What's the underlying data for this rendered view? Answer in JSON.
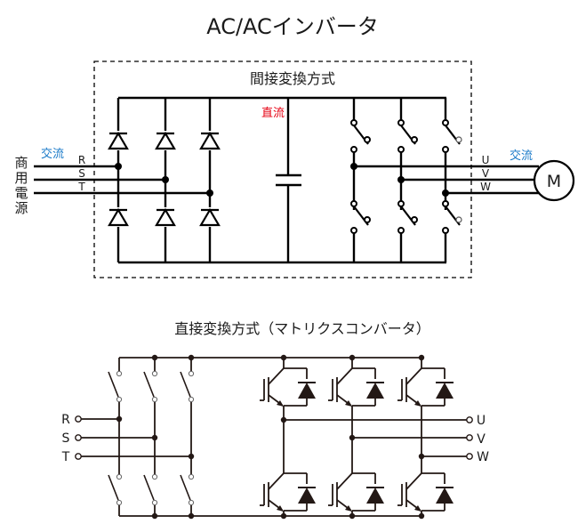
{
  "title": "AC/ACインバータ",
  "indirect": {
    "section_title": "間接変換方式",
    "dc_label": "直流",
    "ac_in_label": "交流",
    "ac_out_label": "交流",
    "source_label": [
      "商",
      "用",
      "電",
      "源"
    ],
    "input_phases": [
      "R",
      "S",
      "T"
    ],
    "output_phases": [
      "U",
      "V",
      "W"
    ],
    "motor_label": "M",
    "colors": {
      "ac": "#1a7ac8",
      "dc": "#e60012",
      "wire": "#000000"
    }
  },
  "direct": {
    "section_title": "直接変換方式（マトリクスコンバータ）",
    "input_phases": [
      "R",
      "S",
      "T"
    ],
    "output_phases": [
      "U",
      "V",
      "W"
    ],
    "colors": {
      "wire": "#231815"
    }
  }
}
